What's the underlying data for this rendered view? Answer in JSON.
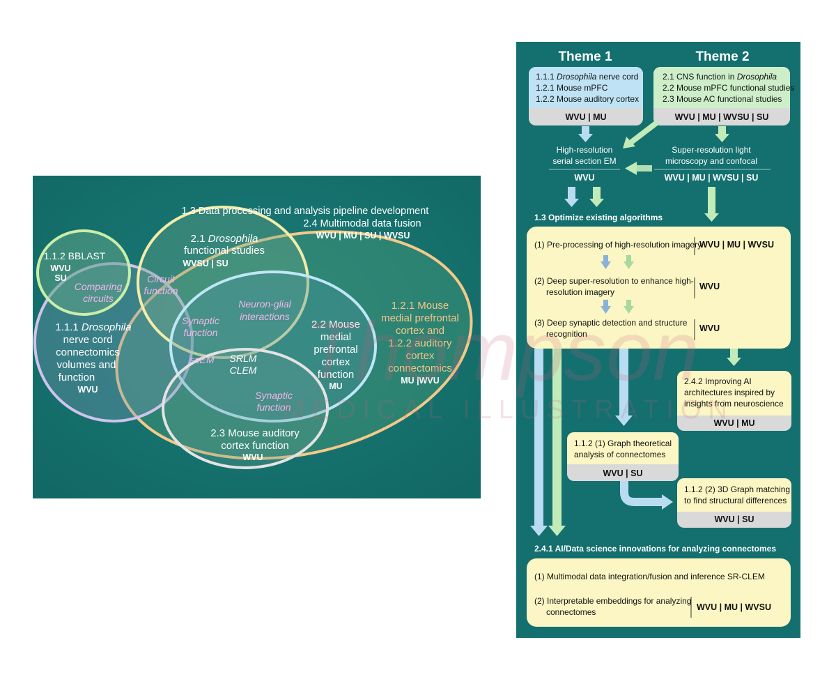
{
  "colors": {
    "teal_bg": "#146f6f",
    "theme1_box": "#bfe2f4",
    "theme2_box": "#cdeec9",
    "cream_box": "#fbf6c3",
    "footer_gray": "#d9d9d9",
    "venn_green": "#c8eea8",
    "venn_lavender": "#cfc3ee",
    "venn_yellow": "#f3ecaa",
    "venn_orange": "#f4c98a",
    "venn_blue": "#bfe6f6",
    "venn_white": "#e3e3e3",
    "pink_text": "#f2b6ea",
    "orange_text": "#f6c48a",
    "arrow_blue": "#b9dcf2",
    "arrow_green": "#c1ebb8"
  },
  "venn": {
    "header_line1": "1.3 Data processing and analysis pipeline development",
    "header_line2": "2.4 Multimodal data fusion",
    "header_orgs": "WVU | MU | SU | WVSU",
    "bblast": {
      "title": "1.1.2 BBLAST",
      "org1": "WVU",
      "org2": "SU"
    },
    "comparing_circuits": [
      "Comparing",
      "circuits"
    ],
    "dros_func": {
      "prefix": "2.1 ",
      "italic": "Drosophila",
      "line2": "functional studies",
      "orgs": "WVSU | SU"
    },
    "circuit_function": [
      "Circuit",
      "function"
    ],
    "nerve_cord": {
      "prefix": "1.1.1 ",
      "italic": "Drosophila",
      "lines": [
        "nerve cord",
        "connectomics",
        "volumes and",
        "function"
      ],
      "org": "WVU"
    },
    "synaptic_function_a": [
      "Synaptic",
      "function"
    ],
    "ssem": "ssEM",
    "neuron_glial": [
      "Neuron-glial",
      "interactions"
    ],
    "srlm_clem": [
      "SRLM",
      "CLEM"
    ],
    "mpfc": {
      "lines": [
        "2.2 Mouse",
        "medial",
        "prefrontal",
        "cortex",
        "function"
      ],
      "org": "MU"
    },
    "synaptic_function_b": [
      "Synaptic",
      "function"
    ],
    "auditory": {
      "lines": [
        "2.3 Mouse auditory",
        "cortex function"
      ],
      "org": "WVU"
    },
    "connectomics_121": {
      "lines": [
        "1.2.1 Mouse",
        "medial prefrontal",
        "cortex and",
        "1.2.2 auditory",
        "cortex",
        "connectomics"
      ],
      "orgs": "MU |WVU"
    }
  },
  "flow": {
    "theme1_title": "Theme 1",
    "theme2_title": "Theme 2",
    "theme1_box": {
      "line1_prefix": "1.1.1 ",
      "line1_italic": "Drosophila",
      "line1_suffix": " nerve cord",
      "line2": "1.2.1 Mouse mPFC",
      "line3": "1.2.2 Mouse auditory cortex",
      "orgs": "WVU | MU"
    },
    "theme2_box": {
      "line1_prefix": "2.1 CNS function in ",
      "line1_italic": "Drosophila",
      "line2": "2.2 Mouse mPFC functional studies",
      "line3": "2.3 Mouse AC functional studies",
      "orgs": "WVU | MU | WVSU | SU"
    },
    "em": {
      "lines": [
        "High-resolution",
        "serial section EM"
      ],
      "org": "WVU"
    },
    "srlm": {
      "lines": [
        "Super-resolution light",
        "microscopy and confocal"
      ],
      "orgs": "WVU | MU | WVSU | SU"
    },
    "optimize_heading": "1.3 Optimize existing algorithms",
    "optimize_items": [
      {
        "lines": [
          "(1) Pre-processing of high-resolution imagery"
        ],
        "orgs": "WVU | MU | WVSU"
      },
      {
        "lines": [
          "(2) Deep super-resolution to enhance high-",
          "resolution imagery"
        ],
        "orgs": "WVU"
      },
      {
        "lines": [
          "(3) Deep synaptic detection and structure",
          "recognition"
        ],
        "orgs": "WVU"
      }
    ],
    "ai_arch": {
      "lines": [
        "2.4.2 Improving AI",
        "architectures inspired by",
        "insights from neuroscience"
      ],
      "orgs": "WVU | MU"
    },
    "graph_theory": {
      "lines": [
        "1.1.2 (1) Graph theoretical",
        "analysis of connectomes"
      ],
      "orgs": "WVU | SU"
    },
    "graph_match": {
      "lines": [
        "1.1.2 (2) 3D Graph matching",
        "to find structural differences"
      ],
      "orgs": "WVU | SU"
    },
    "ai_heading": "2.4.1 AI/Data science innovations for analyzing connectomes",
    "ai_items": {
      "item1": "(1) Multimodal data integration/fusion and inference SR-CLEM",
      "item2_lines": [
        "(2) Interpretable embeddings for analyzing",
        "connectomes"
      ],
      "orgs": "WVU | MU | WVSU"
    }
  },
  "watermark": {
    "script": "Thompson",
    "sub": "MEDICAL ILLUSTRATION"
  }
}
